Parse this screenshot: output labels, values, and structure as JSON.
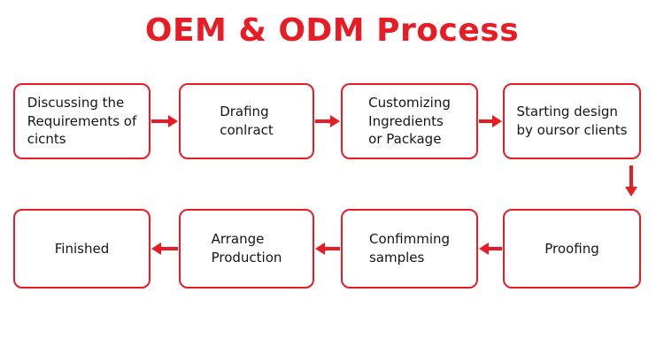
{
  "title": "OEM & ODM Process",
  "colors": {
    "accent": "#e81c24",
    "text": "#151515",
    "background": "#ffffff"
  },
  "flow": {
    "top_row": [
      {
        "label": "Discussing the\nRequirements of\ncicnts"
      },
      {
        "label": "Drafing\nconlract"
      },
      {
        "label": "Customizing\nIngredients\nor Package"
      },
      {
        "label": "Starting design\nby oursor clients"
      }
    ],
    "bottom_row": [
      {
        "label": "Finished"
      },
      {
        "label": "Arrange\nProduction"
      },
      {
        "label": "Confimming\nsamples"
      },
      {
        "label": "Proofing"
      }
    ]
  }
}
